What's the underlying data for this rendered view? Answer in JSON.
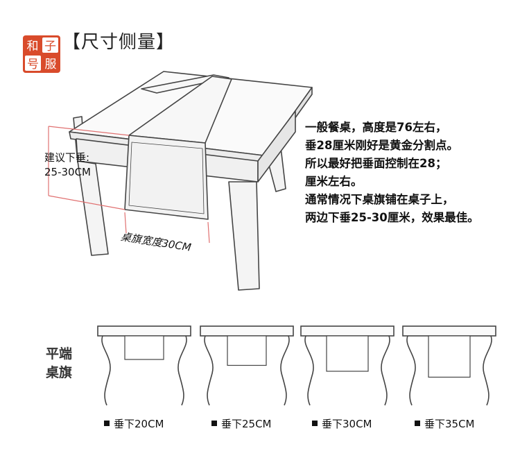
{
  "logo": {
    "chars": [
      "和",
      "子",
      "号",
      "服"
    ],
    "color": "#d94b2b"
  },
  "heading": "【尺寸侧量】",
  "diagram": {
    "hang_label": [
      "建议下垂:",
      "25-30CM"
    ],
    "width_label": "桌旗宽度30CM",
    "dimension_color": "#e07070"
  },
  "description": [
    "一般餐桌，高度是76左右，",
    "垂28厘米刚好是黄金分割点。",
    "所以最好把垂面控制在28；",
    "厘米左右。",
    "通常情况下桌旗铺在桌子上，",
    "两边下垂25-30厘米，效果最佳。"
  ],
  "flat_runner_label": [
    "平端",
    "桌旗"
  ],
  "drops": [
    {
      "label": "垂下20CM",
      "value_cm": 20
    },
    {
      "label": "垂下25CM",
      "value_cm": 25
    },
    {
      "label": "垂下30CM",
      "value_cm": 30
    },
    {
      "label": "垂下35CM",
      "value_cm": 35
    }
  ]
}
